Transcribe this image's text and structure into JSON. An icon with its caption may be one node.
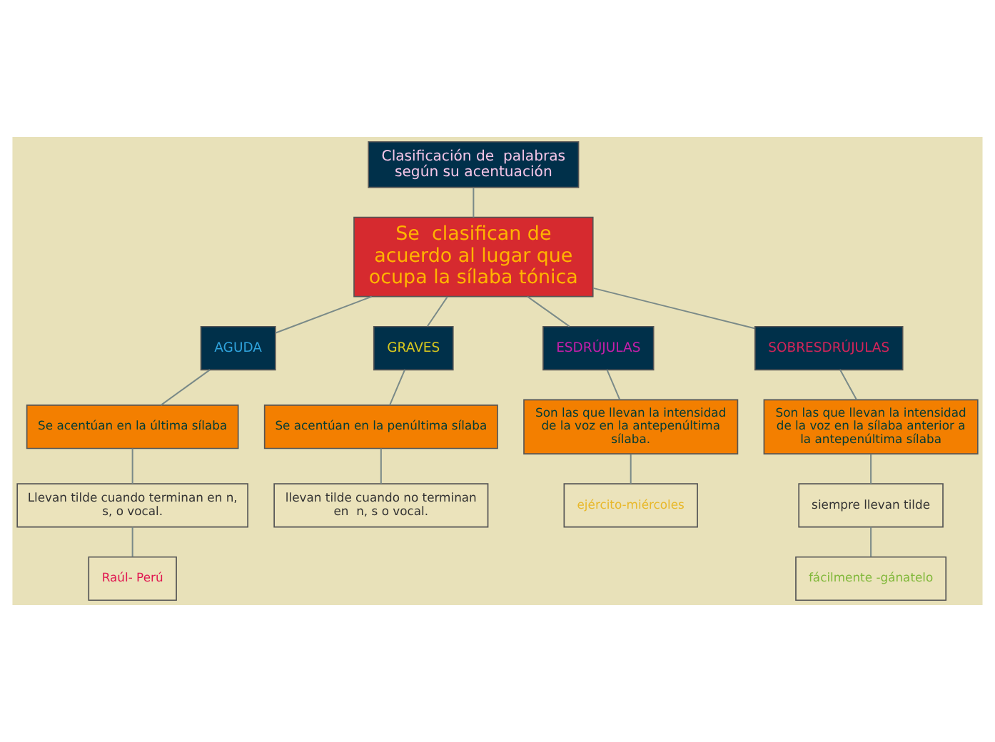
{
  "diagram": {
    "nodes": [
      {
        "text": [
          "Clasificación de  palabras según su acentuación"
        ]
      },
      {
        "text": [
          "Se  clasifican de acuerdo al lugar que ocupa la sílaba tónica"
        ]
      },
      {
        "text": [
          "AGUDA"
        ]
      },
      {
        "text": [
          "Se acentúan en la última sílaba"
        ]
      },
      {
        "text": [
          "Llevan tilde cuando terminan en n, s, o vocal."
        ]
      },
      {
        "text": [
          "Raúl- Perú"
        ]
      },
      {
        "text": [
          "GRAVES"
        ]
      },
      {
        "text": [
          "Se acentúan en la penúltima sílaba"
        ]
      },
      {
        "text": [
          "llevan tilde cuando no terminan  en  n, s o vocal."
        ]
      },
      {
        "text": [
          "ESDRÚJULAS"
        ]
      },
      {
        "text": [
          "Son las que llevan la intensidad de la voz en la antepenúltima sílaba."
        ]
      },
      {
        "text": [
          "ejército-miércoles"
        ]
      },
      {
        "text": [
          "SOBRESDRÚJULAS"
        ]
      },
      {
        "text": [
          "Son las que llevan la intensidad de la voz en la sílaba anterior a la antepenúltima sílaba"
        ]
      },
      {
        "text": [
          "siempre llevan tilde"
        ]
      },
      {
        "text": [
          "fácilmente -gánatelo"
        ]
      }
    ],
    "edges": [
      {
        "from": 0,
        "to": 1,
        "arrow": "none"
      },
      {
        "from": 1,
        "to": 2,
        "arrow": "none"
      },
      {
        "from": 1,
        "to": 6,
        "arrow": "none"
      },
      {
        "from": 1,
        "to": 9,
        "arrow": "none"
      },
      {
        "from": 1,
        "to": 12,
        "arrow": "none"
      },
      {
        "from": 2,
        "to": 3,
        "arrow": "none"
      },
      {
        "from": 3,
        "to": 4,
        "arrow": "none"
      },
      {
        "from": 4,
        "to": 5,
        "arrow": "none"
      },
      {
        "from": 6,
        "to": 7,
        "arrow": "none"
      },
      {
        "from": 7,
        "to": 8,
        "arrow": "none"
      },
      {
        "from": 9,
        "to": 10,
        "arrow": "none"
      },
      {
        "from": 10,
        "to": 11,
        "arrow": "none"
      },
      {
        "from": 12,
        "to": 13,
        "arrow": "none"
      },
      {
        "from": 13,
        "to": 14,
        "arrow": "none"
      },
      {
        "from": 14,
        "to": 15,
        "arrow": "none"
      }
    ]
  }
}
